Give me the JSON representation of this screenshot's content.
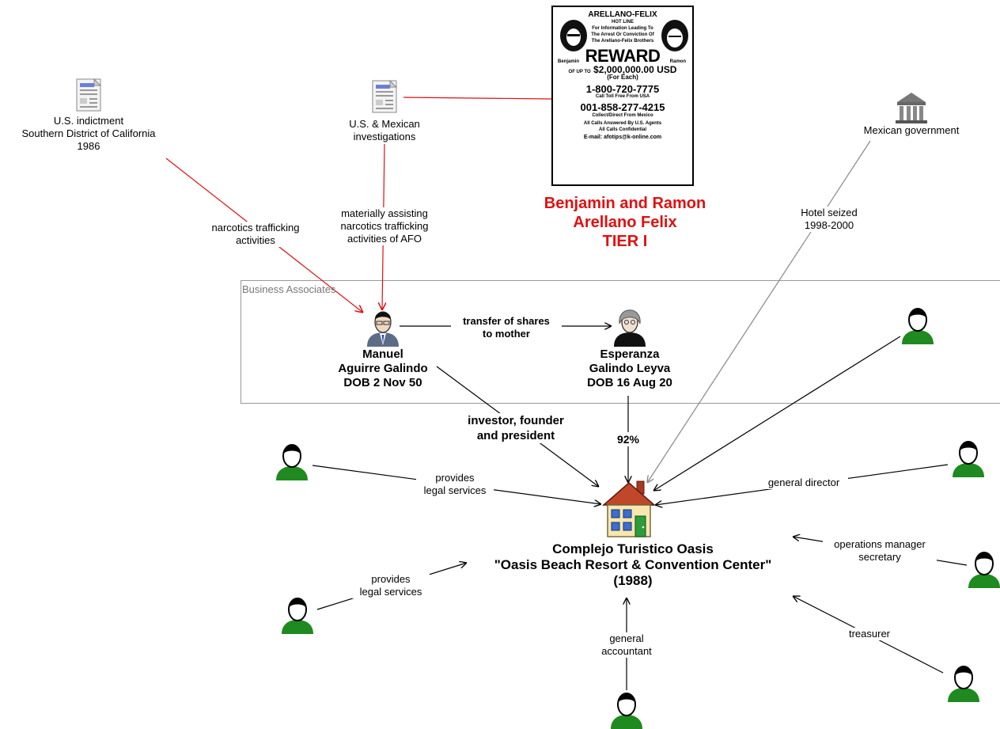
{
  "group": {
    "title": "Business Associates"
  },
  "nodes": {
    "indictment": {
      "lines": [
        "U.S. indictment",
        "Southern District of California",
        "1986"
      ]
    },
    "investigations": {
      "lines": [
        "U.S. & Mexican",
        "investigations"
      ]
    },
    "arellano": {
      "lines": [
        "Benjamin and Ramon",
        "Arellano Felix",
        "TIER I"
      ]
    },
    "mexican_gov": {
      "lines": [
        "Mexican government"
      ]
    },
    "manuel": {
      "lines": [
        "Manuel",
        "Aguirre Galindo",
        "DOB 2 Nov 50"
      ]
    },
    "esperanza": {
      "lines": [
        "Esperanza",
        "Galindo Leyva",
        "DOB 16 Aug 20"
      ]
    },
    "resort": {
      "lines": [
        "Complejo Turistico Oasis",
        "\"Oasis Beach Resort & Convention Center\"",
        "(1988)"
      ]
    }
  },
  "edges": {
    "narcotics": [
      "narcotics trafficking",
      "activities"
    ],
    "assisting": [
      "materially assisting",
      "narcotics trafficking",
      "activities of AFO"
    ],
    "transfer": [
      "transfer of shares",
      "to mother"
    ],
    "investor": [
      "investor, founder",
      "and president"
    ],
    "pct": [
      "92%"
    ],
    "hotel": [
      "Hotel seized",
      "1998-2000"
    ],
    "legal1": [
      "provides",
      "legal services"
    ],
    "legal2": [
      "provides",
      "legal services"
    ],
    "general_director": [
      "general director"
    ],
    "ops": [
      "operations manager",
      "secretary"
    ],
    "treasurer": [
      "treasurer"
    ],
    "accountant": [
      "general",
      "accountant"
    ]
  },
  "poster": {
    "title": "ARELLANO-FELIX",
    "hotline": "HOT LINE",
    "info1": "For Information Leading To",
    "info2": "The Arrest Or Conviction Of",
    "info3": "The Arellano-Felix Brothers",
    "left_name": "Benjamin",
    "right_name": "Ramon",
    "reward": "REWARD",
    "amount_prefix": "OF UP TO",
    "amount": "$2,000,000.00 USD",
    "for_each": "(For Each)",
    "phone1": "1-800-720-7775",
    "phone1_note": "Call Toll Free From USA",
    "phone2": "001-858-277-4215",
    "phone2_note": "Collect/Direct From Mexico",
    "agents": "All Calls Answered By U.S. Agents",
    "confidential": "All Calls Confidential",
    "email": "E-mail: afotips@k-online.com"
  },
  "colors": {
    "red": "#e01010",
    "gray": "#888888",
    "green": "#1f8a1f",
    "black": "#000000"
  }
}
